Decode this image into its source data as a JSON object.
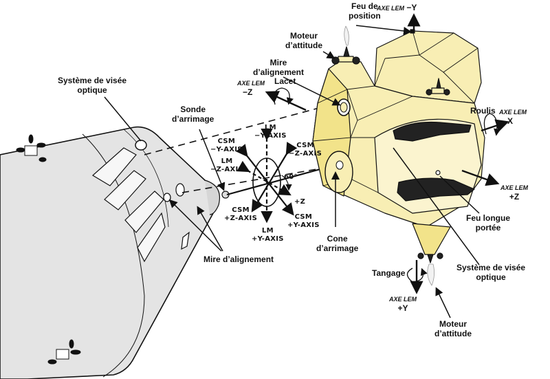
{
  "diagram": {
    "title": "CSM / LM docking alignment (French annotations)",
    "colors": {
      "lm_fill": "#f8eeb4",
      "lm_shade": "#f2e38a",
      "csm_fill": "#e4e4e4",
      "line": "#111111",
      "background": "#ffffff"
    },
    "labels": {
      "feu_position": [
        "Feu de",
        "position"
      ],
      "axe_lem_minus_y": [
        "AXE LEM",
        "−Y"
      ],
      "moteur_attitude_top": [
        "Moteur",
        "d’attitude"
      ],
      "mire_alignement_top": [
        "Mire",
        "d’alignement"
      ],
      "lacet": "Lacet",
      "axe_lem_minus_z": [
        "AXE LEM",
        "−Z"
      ],
      "systeme_visee_left": [
        "Système de visée",
        "optique"
      ],
      "sonde_arrimage": [
        "Sonde",
        "d’arrimage"
      ],
      "roulis": "Roulis",
      "axe_lem_x": [
        "AXE LEM",
        "X"
      ],
      "axe_lem_plus_z": [
        "AXE LEM",
        "+Z"
      ],
      "feu_longue_portee": [
        "Feu longue",
        "portée"
      ],
      "cone_arrimage": [
        "Cone",
        "d’arrimage"
      ],
      "mire_alignement_bottom": "Mire d’alignement",
      "tangage": "Tangage",
      "axe_lem_plus_y": [
        "AXE LEM",
        "+Y"
      ],
      "systeme_visee_right": [
        "Système de visée",
        "optique"
      ],
      "moteur_attitude_bottom": [
        "Moteur",
        "d’attitude"
      ]
    },
    "axes": {
      "lm_minus_y": [
        "LM",
        "−Y-AXIS"
      ],
      "csm_minus_y": [
        "CSM",
        "−Y-AXIS"
      ],
      "csm_minus_z": [
        "CSM",
        "−Z-AXIS"
      ],
      "lm_minus_z": [
        "LM",
        "−Z-AXIS"
      ],
      "angle": "60°",
      "plus_z": "+Z",
      "csm_plus_z": [
        "CSM",
        "+Z-AXIS"
      ],
      "csm_plus_y": [
        "CSM",
        "+Y-AXIS"
      ],
      "lm_plus_y": [
        "LM",
        "+Y-AXIS"
      ]
    }
  }
}
